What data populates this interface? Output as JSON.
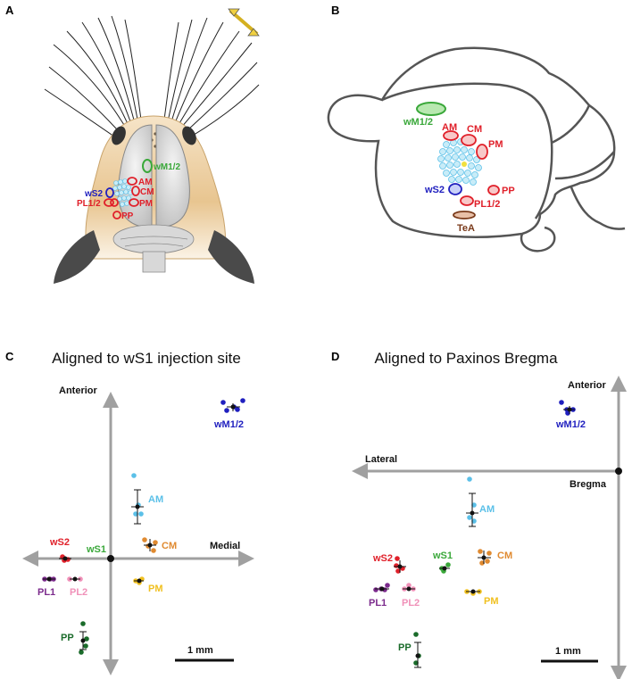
{
  "panels": {
    "A": {
      "label": "A",
      "regions": [
        "wM1/2",
        "AM",
        "CM",
        "PM",
        "wS2",
        "PL1/2",
        "PP"
      ]
    },
    "B": {
      "label": "B",
      "regions": [
        "wM1/2",
        "AM",
        "CM",
        "PM",
        "wS2",
        "PP",
        "PL1/2",
        "TeA"
      ]
    },
    "C": {
      "label": "C",
      "title": "Aligned to wS1 injection site",
      "axes": {
        "up": "Anterior",
        "right": "Medial"
      },
      "origin_label": "wS1",
      "scalebar": "1 mm",
      "points": [
        {
          "name": "wM1/2",
          "color": "#1f1fbf"
        },
        {
          "name": "AM",
          "color": "#5bc0e8"
        },
        {
          "name": "CM",
          "color": "#e08a30"
        },
        {
          "name": "PM",
          "color": "#f0c020"
        },
        {
          "name": "wS2",
          "color": "#e0202a"
        },
        {
          "name": "PL1",
          "color": "#7b2a8c"
        },
        {
          "name": "PL2",
          "color": "#f090b8"
        },
        {
          "name": "PP",
          "color": "#1a6b2a"
        }
      ]
    },
    "D": {
      "label": "D",
      "title": "Aligned to Paxinos Bregma",
      "axes": {
        "up": "Anterior",
        "left": "Lateral"
      },
      "origin_label": "Bregma",
      "scalebar": "1 mm",
      "points": [
        {
          "name": "wM1/2",
          "color": "#1f1fbf"
        },
        {
          "name": "AM",
          "color": "#5bc0e8"
        },
        {
          "name": "wS1",
          "color": "#3aa83a"
        },
        {
          "name": "CM",
          "color": "#e08a30"
        },
        {
          "name": "wS2",
          "color": "#e0202a"
        },
        {
          "name": "PM",
          "color": "#f0c020"
        },
        {
          "name": "PL1",
          "color": "#7b2a8c"
        },
        {
          "name": "PL2",
          "color": "#f090b8"
        },
        {
          "name": "PP",
          "color": "#1a6b2a"
        }
      ]
    }
  },
  "colors": {
    "red": "#e0202a",
    "green": "#3aa83a",
    "blue": "#1f1fbf",
    "lightblue": "#5bc0e8",
    "orange": "#e08a30",
    "yellow": "#f0c020",
    "purple": "#7b2a8c",
    "pink": "#f090b8",
    "darkgreen": "#1a6b2a",
    "brown": "#7a3a1a",
    "axis": "#a0a0a0"
  }
}
